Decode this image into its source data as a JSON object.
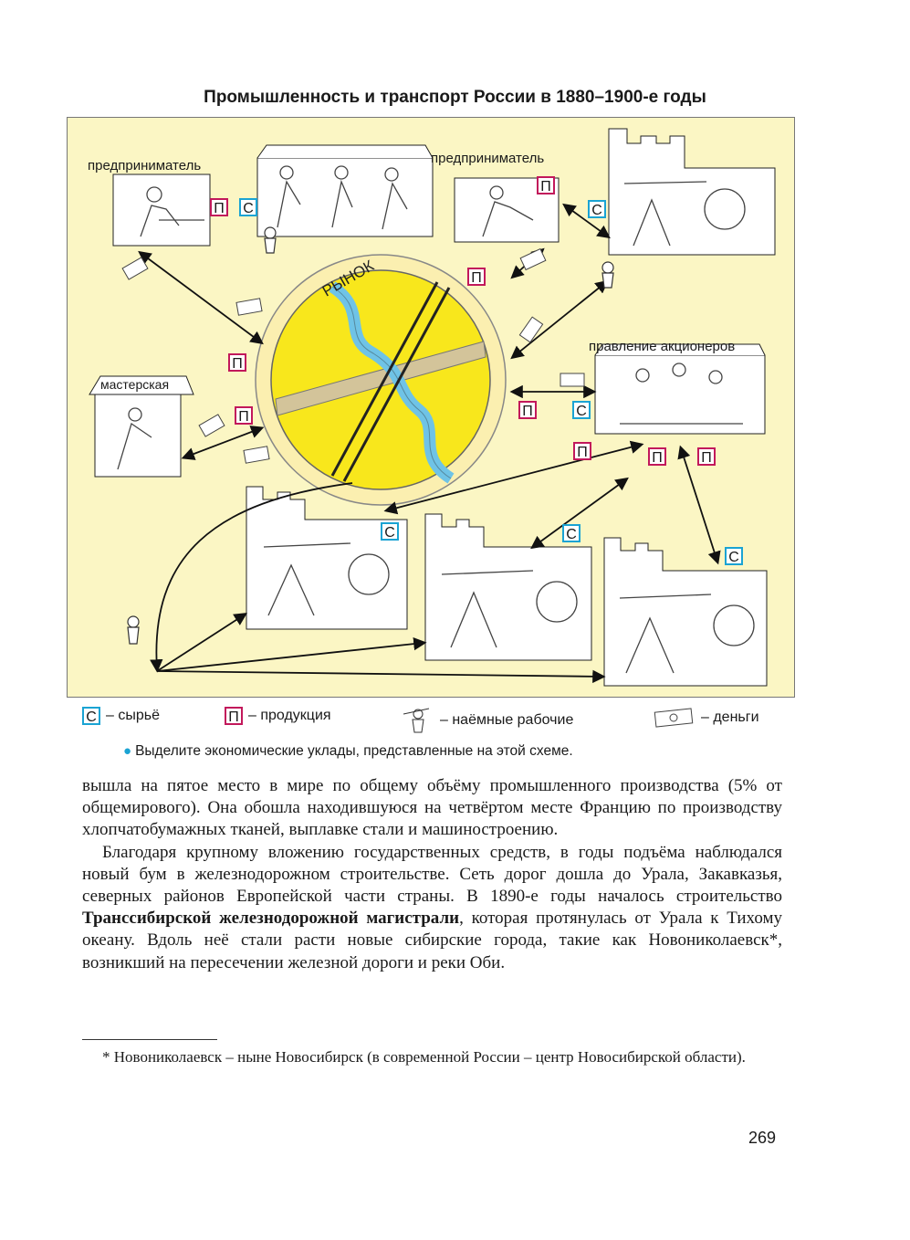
{
  "title": "Промышленность и транспорт России в 1880–1900-е годы",
  "diagram": {
    "market_label": "РЫНОК",
    "labels": {
      "entrepreneur_1": "предприниматель",
      "entrepreneur_2": "предприниматель",
      "workshop": "мастерская",
      "board": "правление акционеров"
    },
    "badge_p": "П",
    "badge_s": "С"
  },
  "legend": {
    "raw": "– сырьё",
    "product": "– продукция",
    "workers": "– наёмные рабочие",
    "money": "– деньги"
  },
  "question": "Выделите экономические уклады, представленные на этой схеме.",
  "body": {
    "p1": "вышла на пятое место в мире по общему объёму промышленного производства (5% от общемирового). Она обошла находившуюся на четвёртом месте Францию по производству хлопчатобумажных тканей, выплавке стали и машиностроению.",
    "p2_start": "Благодаря крупному вложению государственных средств, в годы подъёма наблюдался новый бум в железнодорожном строительстве. Сеть дорог дошла до Урала, Закавказья, северных районов Европейской части страны. В 1890-е годы началось строительство ",
    "p2_bold": "Транссибирской железнодорожной магистрали",
    "p2_end": ", которая протянулась от Урала к Тихому океану. Вдоль неё стали расти новые сибирские города, такие как Новониколаевск*, возникший на пересечении железной дороги и реки Оби."
  },
  "footnote": "* Новониколаевск – ныне Новосибирск (в современной России – центр Новосибирской области).",
  "page_number": "269",
  "colors": {
    "p_border": "#c2185b",
    "s_border": "#1aa3d3",
    "circle": "#f8e71c",
    "ring": "#fbf0b0",
    "background": "#fbf6c4"
  }
}
